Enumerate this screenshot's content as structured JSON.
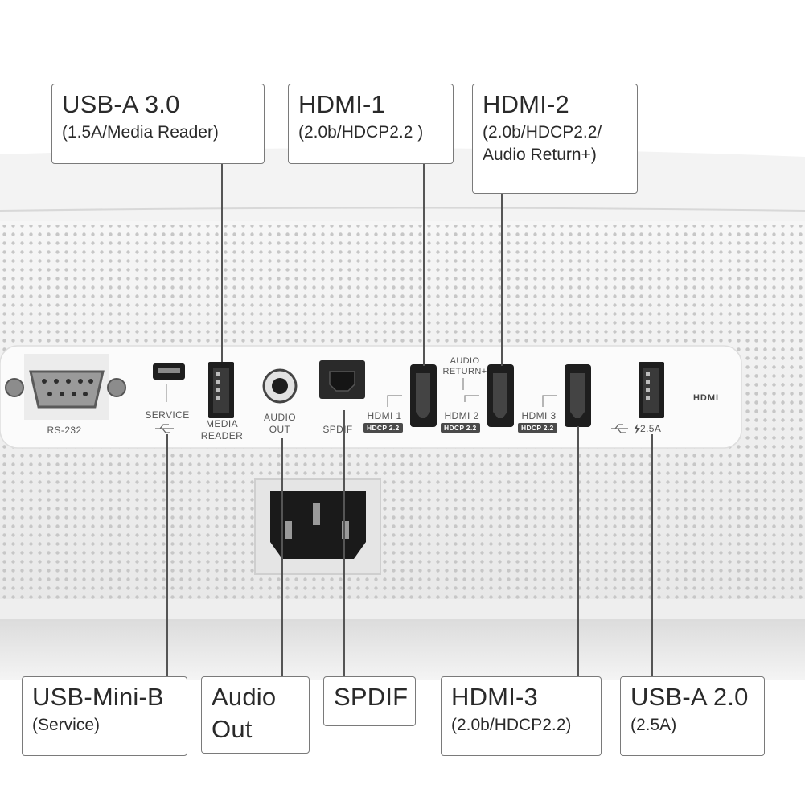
{
  "callouts": {
    "usb_a_30": {
      "title": "USB-A 3.0",
      "subtitle": "(1.5A/Media Reader)"
    },
    "hdmi_1": {
      "title": "HDMI-1",
      "subtitle": "(2.0b/HDCP2.2 )"
    },
    "hdmi_2": {
      "title": "HDMI-2",
      "subtitle_line1": "(2.0b/HDCP2.2/",
      "subtitle_line2": "Audio Return+)"
    },
    "usb_mini_b": {
      "title": "USB-Mini-B",
      "subtitle": "(Service)"
    },
    "audio_out": {
      "title_line1": "Audio",
      "title_line2": "Out"
    },
    "spdif": {
      "title": "SPDIF"
    },
    "hdmi_3": {
      "title": "HDMI-3",
      "subtitle": "(2.0b/HDCP2.2)"
    },
    "usb_a_20": {
      "title": "USB-A 2.0",
      "subtitle": "(2.5A)"
    }
  },
  "panel_labels": {
    "rs232": "RS-232",
    "service": "SERVICE",
    "media_reader_1": "MEDIA",
    "media_reader_2": "READER",
    "audio_out_1": "AUDIO",
    "audio_out_2": "OUT",
    "spdif": "SPDIF",
    "audio_return_1": "AUDIO",
    "audio_return_2": "RETURN+",
    "hdmi1": "HDMI 1",
    "hdmi2": "HDMI 2",
    "hdmi3": "HDMI 3",
    "hdcp": "HDCP 2.2",
    "usb_power": "2.5A",
    "hdmi_logo": "HDMI"
  },
  "colors": {
    "body": "#f2f2f2",
    "panel": "#fafafa",
    "grille_dot": "#c9c9c9",
    "line": "#555555",
    "port_dark": "#1e1e1e"
  }
}
